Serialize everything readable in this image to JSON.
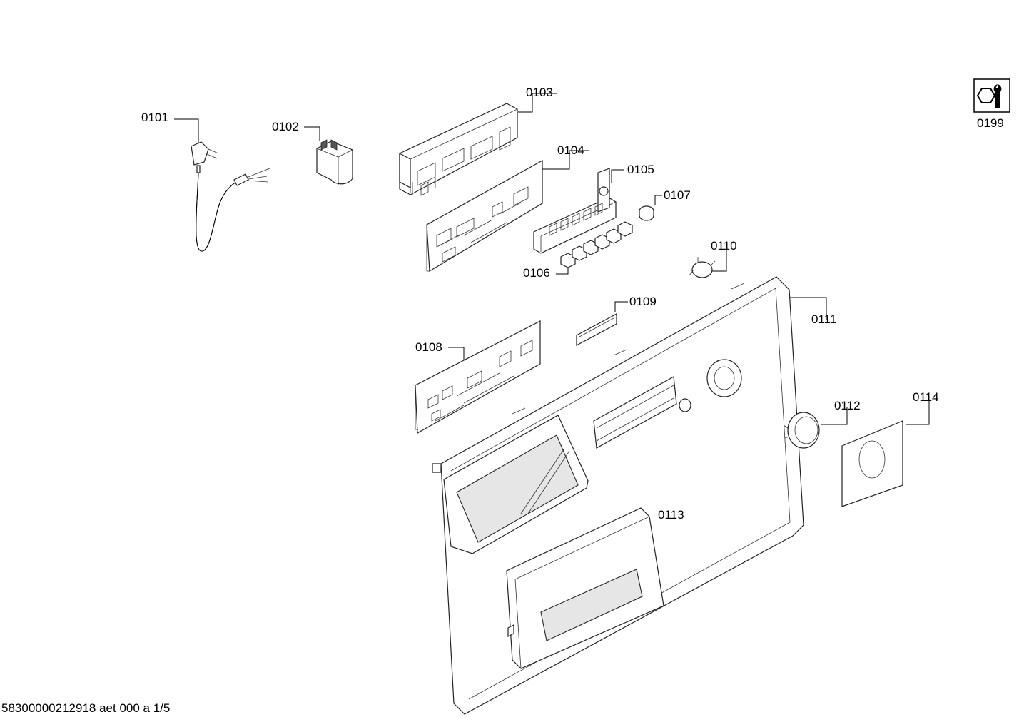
{
  "parts": [
    {
      "id": "0101",
      "name": "power-cord"
    },
    {
      "id": "0102",
      "name": "suppression-filter"
    },
    {
      "id": "0103",
      "name": "pcb-housing"
    },
    {
      "id": "0104",
      "name": "power-module-pcb"
    },
    {
      "id": "0105",
      "name": "button-holder"
    },
    {
      "id": "0106",
      "name": "push-buttons"
    },
    {
      "id": "0107",
      "name": "button-cap"
    },
    {
      "id": "0108",
      "name": "control-module-pcb"
    },
    {
      "id": "0109",
      "name": "light-guide"
    },
    {
      "id": "0110",
      "name": "knob-adapter"
    },
    {
      "id": "0111",
      "name": "fascia-panel"
    },
    {
      "id": "0112",
      "name": "program-selector-knob"
    },
    {
      "id": "0113",
      "name": "detergent-drawer-handle"
    },
    {
      "id": "0114",
      "name": "knob-decal"
    }
  ],
  "service_icon": {
    "id": "0199",
    "name": "tools-icon"
  },
  "footer": "58300000212918 aet 000 a 1/5"
}
